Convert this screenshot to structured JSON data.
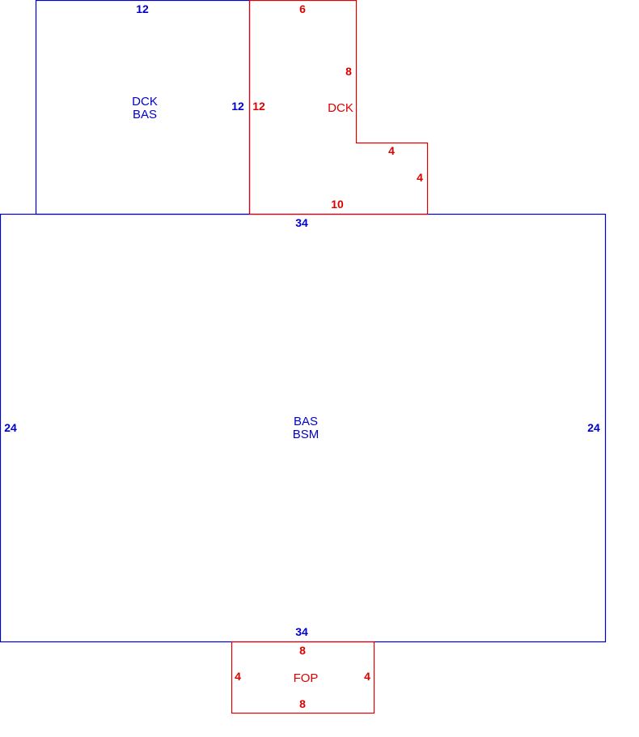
{
  "colors": {
    "blue": "#0000cc",
    "red": "#dd0000",
    "background": "#ffffff"
  },
  "areas": {
    "upper_left": {
      "line1": "DCK",
      "line2": "BAS"
    },
    "upper_right": {
      "line1": "DCK"
    },
    "main": {
      "line1": "BAS",
      "line2": "BSM"
    },
    "porch": {
      "line1": "FOP"
    }
  },
  "dimensions": {
    "upper_left_top": "12",
    "upper_left_right": "12",
    "deck_top": "6",
    "deck_left": "12",
    "deck_right_upper": "8",
    "deck_step_horizontal": "4",
    "deck_step_vertical": "4",
    "deck_bottom": "10",
    "main_top": "34",
    "main_left": "24",
    "main_right": "24",
    "main_bottom": "34",
    "porch_top": "8",
    "porch_left": "4",
    "porch_right": "4",
    "porch_bottom": "8"
  }
}
